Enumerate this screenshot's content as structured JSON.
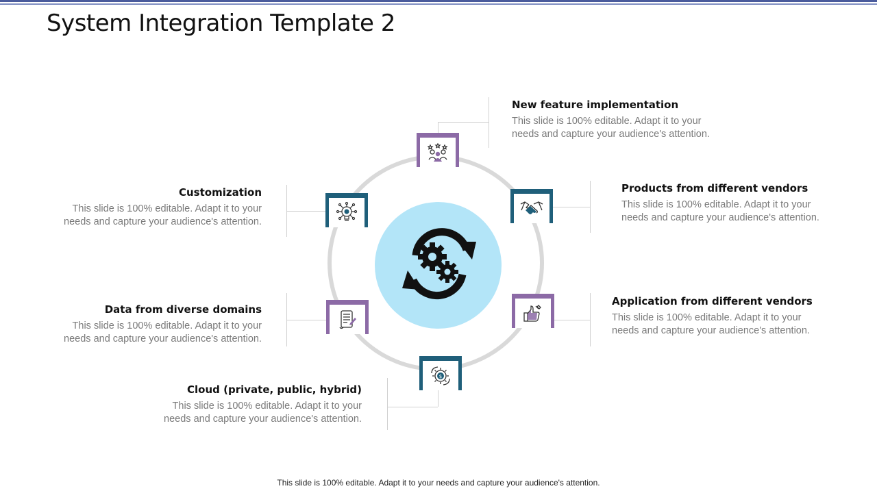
{
  "slide": {
    "title": "System Integration Template 2",
    "footer": "This slide is 100% editable. Adapt it to your needs and capture your audience's attention."
  },
  "colors": {
    "purple": "#8c6aa6",
    "teal": "#1f5f7a",
    "hub": "#b3e5f8",
    "ring": "#d9d9d9"
  },
  "center_icon": "gears-sync-icon",
  "items": [
    {
      "icon": "team-feature-icon",
      "heading": "New feature implementation",
      "line1": "This slide is 100% editable. Adapt it to your",
      "line2": "needs and capture your audience's attention."
    },
    {
      "icon": "handshake-icon",
      "heading": "Products from different vendors",
      "line1": "This slide is 100% editable. Adapt it to your",
      "line2": "needs and capture your audience's attention."
    },
    {
      "icon": "thumb-wrench-icon",
      "heading": "Application from different vendors",
      "line1": "This slide is 100% editable. Adapt it to your",
      "line2": "needs and capture your audience's attention."
    },
    {
      "icon": "cloud-money-gear-icon",
      "heading": "Cloud (private, public, hybrid)",
      "line1": "This slide is 100% editable. Adapt it to your",
      "line2": "needs and capture your audience's attention."
    },
    {
      "icon": "document-scroll-icon",
      "heading": "Data from diverse domains",
      "line1": "This slide is 100% editable. Adapt it to your",
      "line2": "needs and capture your audience's attention."
    },
    {
      "icon": "bulb-network-icon",
      "heading": "Customization",
      "line1": "This slide is 100% editable. Adapt it to your",
      "line2": "needs and capture your audience's attention."
    }
  ]
}
